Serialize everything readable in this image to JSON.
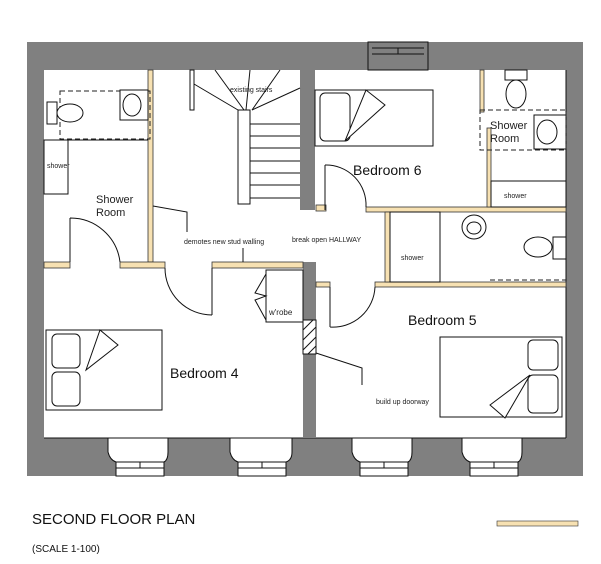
{
  "plan": {
    "title": "SECOND FLOOR PLAN",
    "scale": "(SCALE 1-100)",
    "colors": {
      "wall": "#808080",
      "stud_wall": "#f7e1b2"
    }
  },
  "labels": {
    "existing_stairs": "existing stairs",
    "shower_room_left_1": "Shower",
    "shower_room_left_2": "Room",
    "shower_left": "shower",
    "stud_note": "demotes  new  stud walling",
    "hallway_note": "break open  HALLWAY",
    "bedroom6": "Bedroom 6",
    "shower_room_right_1": "Shower",
    "shower_room_right_2": "Room",
    "shower_right_top": "shower",
    "shower_middle": "shower",
    "wardrobe": "w'robe",
    "bedroom5": "Bedroom 5",
    "bedroom4": "Bedroom 4",
    "doorway_note": "build up   doorway"
  }
}
